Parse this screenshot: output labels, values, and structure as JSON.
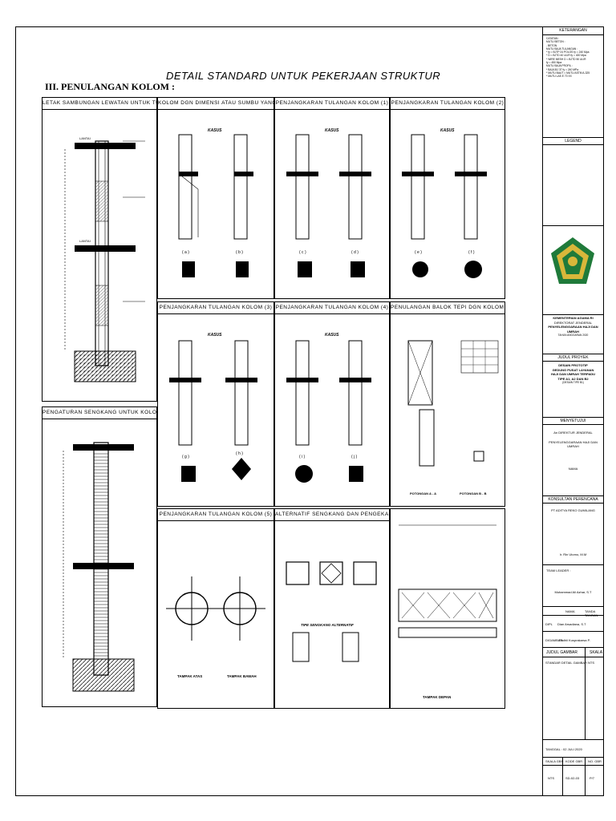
{
  "drawing": {
    "main_title": "DETAIL STANDARD UNTUK PEKERJAAN STRUKTUR",
    "section_title": "III. PENULANGAN KOLOM :"
  },
  "panels": {
    "sambungan": "LETAK SAMBUNGAN LEWATAN UNTUK TUL. KOLOM",
    "dimensi": "KOLOM DGN DIMENSI ATAU SUMBU YANG BERBEDA",
    "tulangan1": "PENJANGKARAN TULANGAN KOLOM (1)",
    "tulangan2": "PENJANGKARAN TULANGAN KOLOM (2)",
    "tulangan3": "PENJANGKARAN TULANGAN KOLOM (3)",
    "tulangan4": "PENJANGKARAN TULANGAN KOLOM (4)",
    "balok_tepi": "PENULANGAN BALOK TEPI DGN KOLOM SETEMPAT",
    "sengkang": "PENGATURAN SENGKANG UNTUK KOLOM",
    "tulangan5": "PENJANGKARAN TULANGAN KOLOM (5)",
    "alternatif": "ALTERNATIF SENGKANG DAN PENGEKANG"
  },
  "detail_labels": {
    "case_a": "( a )",
    "case_b": "( b )",
    "case_c": "( c )",
    "case_d": "( d )",
    "case_e": "( e )",
    "case_f": "( f )",
    "case_g": "( g )",
    "case_h": "( h )",
    "case_i": "( i )",
    "case_j": "( j )",
    "kasus": "KASUS",
    "potongan_a": "POTONGAN  A - A",
    "potongan_b": "POTONGAN  B - B",
    "tampak_depan": "TAMPAK DEPAN",
    "tampak_atas": "TAMPAK ATAS",
    "tampak_bawah": "TAMPAK BAWAH",
    "sengkang_alt": "TIPE SENGKANG ALTERNATIF"
  },
  "title_block": {
    "keterangan": "KETERANGAN",
    "notes": [
      "CATATAN :",
      "MUTU BETON :",
      "- BETON",
      "MUTU BAJA TULANGAN :",
      "* fy = BJTP 24  POLOS  fy = 240 Mpa",
      "* D = BJTD 40  ULIR   fy = 400 Mpa",
      "* WIRE MESH D = BJTD 50 ULIR",
      "  fy = 450 Mpa",
      "MUTU BAJA PROFIL :",
      "* BAJA BJ 37  fy = 240 MPa",
      "* MUTU BAUT = MUTU ASTM A-325",
      "* MUTU LAS E 70 XX"
    ],
    "legend": "LEGEND",
    "instansi": [
      "KEMENTERIAN AGAMA RI",
      "DIREKTORAT JENDERAL",
      "PENYELENGGARAAN HAJI DAN UMRAH",
      "TAHUN ANGGARAN 2020"
    ],
    "judul_proyek_label": "JUDUL PROYEK",
    "judul_proyek": [
      "DESAIN PROTOTIP",
      "GEDUNG PUSAT LAYANAN",
      "HAJI DAN UMRAH TERPADU",
      "TIPE A1, A2 DAN B2"
    ],
    "desain_tipe": "(DESAIN TIPE B1)",
    "menyetujui_label": "MENYETUJUI",
    "menyetujui": [
      "An DIREKTUR JENDERAL",
      "PENYELENGGARAAN HAJI DAN UMRAH"
    ],
    "menyetujui_nama": "NAMA",
    "konsultan_label": "KONSULTAN PERENCANA",
    "konsultan": "PT ADITYA REKO GUMILANG",
    "konsultan_sign": "Ir. Rin Utomo, M.M",
    "team_leader": "TEAM LEADER :",
    "team_leader_name": "Muhammad Ali Azhar, S.T",
    "nama": "NAMA",
    "tanda_tangan": "TANDA TANGAN",
    "dipl_label": "DIPL",
    "dipl_name": "Dian Arsadiana, S.T",
    "digambar_label": "DIGAMBAR",
    "digambar_name": "Fadhli Kusprakarsa P.",
    "judul_gambar_label": "JUDUL GAMBAR",
    "skala_label": "SKALA",
    "judul_gambar": "STANDAR DETAIL GAMBAR",
    "skala": "NTS",
    "tanggal": "TANGGAL :  02 JULI 2020",
    "col_skala": "SKALA GBR",
    "col_kode": "KODE GBR",
    "col_no": "NO. GBR",
    "val_skala": "NTS",
    "val_kode": "SD-02-03",
    "val_no": "P/7"
  },
  "colors": {
    "line": "#000000",
    "hatch": "#7a7a7a",
    "logo_green": "#1f7a3a",
    "logo_gold": "#d8b73a"
  }
}
